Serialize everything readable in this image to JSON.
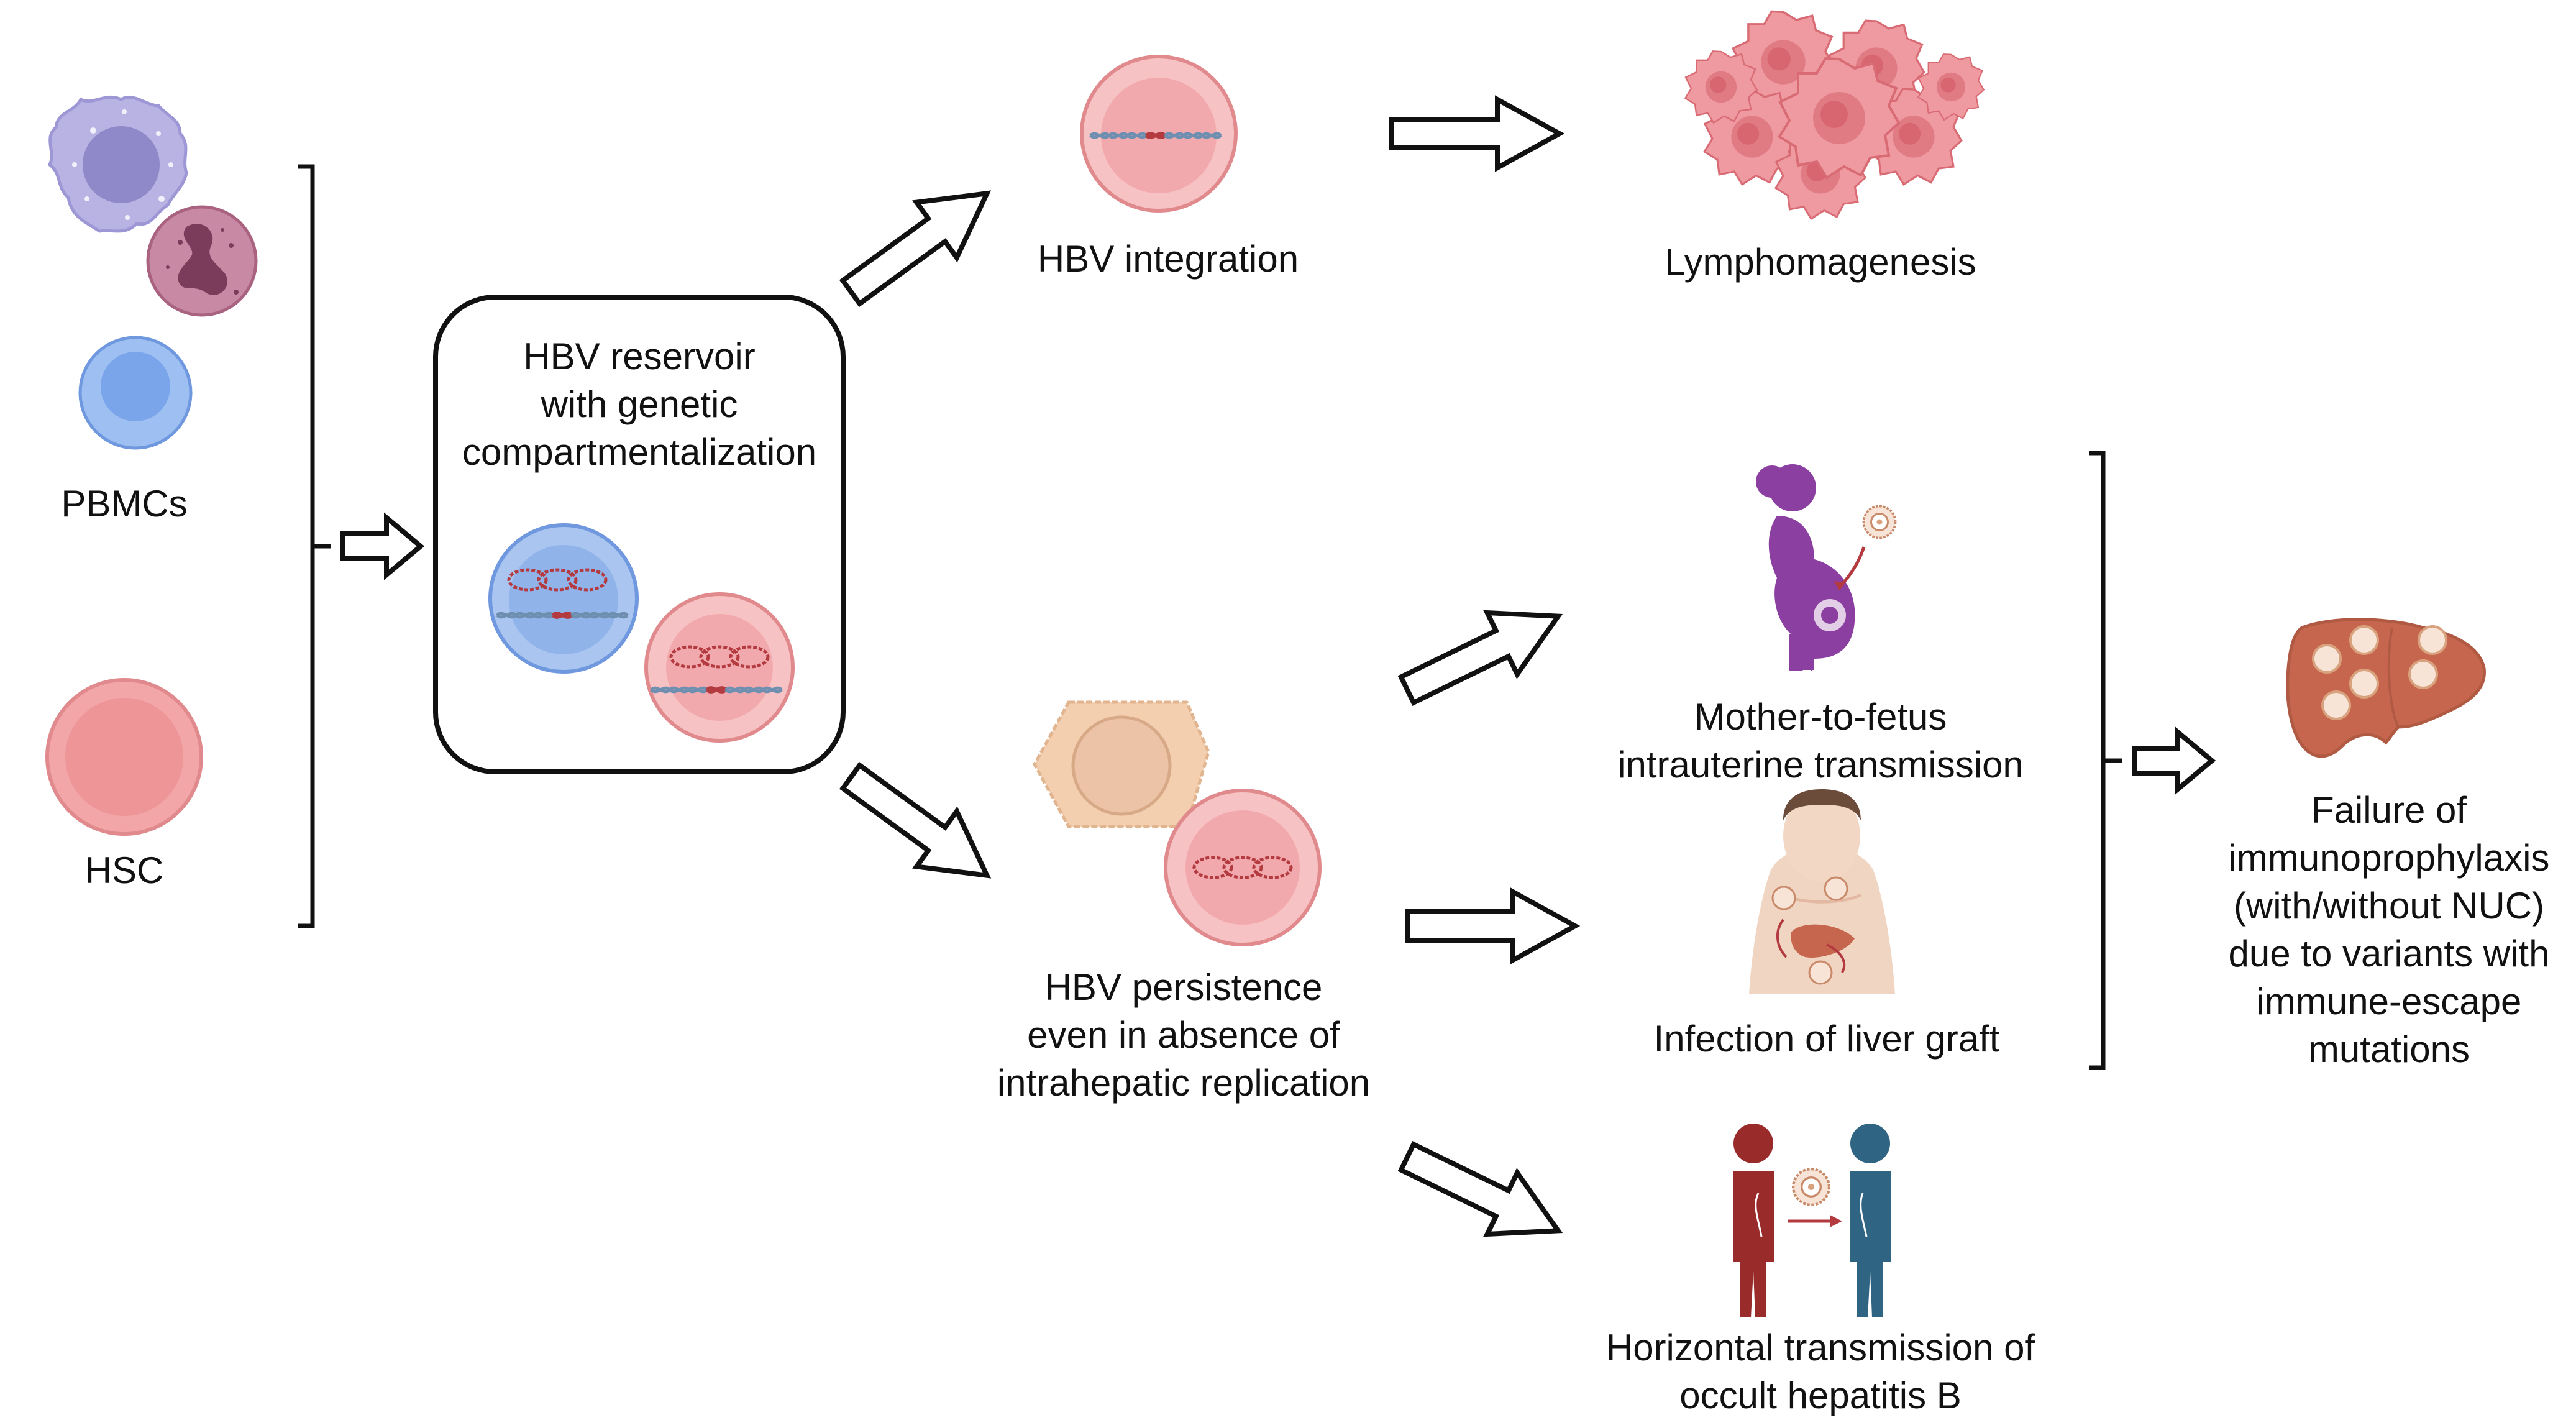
{
  "labels": {
    "pbmcs": "PBMCs",
    "hsc": "HSC",
    "reservoir": [
      "HBV reservoir",
      "with genetic",
      "compartmentalization"
    ],
    "integration": "HBV integration",
    "lymphomagenesis": "Lymphomagenesis",
    "persistence": [
      "HBV persistence",
      "even in absence of",
      "intrahepatic replication"
    ],
    "mother_to_fetus": [
      "Mother-to-fetus",
      "intrauterine transmission"
    ],
    "liver_graft": "Infection of liver graft",
    "horizontal": [
      "Horizontal transmission of",
      "occult hepatitis B"
    ],
    "failure": [
      "Failure of",
      "immunoprophylaxis",
      "(with/without NUC)",
      "due to variants with",
      "immune-escape",
      "mutations"
    ]
  },
  "colors": {
    "stroke": "#111111",
    "pbmc_purple_cell": "#b8b3e3",
    "pbmc_granulocyte": "#c889a4",
    "pbmc_blue_cell": "#8fb4ef",
    "hsc_pink_cell": "#f3a6a8",
    "hepatocyte": "#f3cfb0",
    "tumor_pink": "#e9858d",
    "pregnant_purple": "#8b3fa0",
    "liver_brown": "#c7664e",
    "person_red": "#9a2b2b",
    "person_blue": "#2f6483",
    "dna_red": "#b33a3f",
    "dna_blue": "#6f8fb1"
  },
  "icons": [
    "pbmc-purple-cell-icon",
    "granulocyte-icon",
    "lymphocyte-icon",
    "hsc-icon",
    "blue-cell-dna-icon",
    "pink-cell-dna-icon",
    "integration-cell-icon",
    "tumor-cells-icon",
    "hepatocyte-icon",
    "pregnant-woman-icon",
    "virion-icon",
    "man-torso-liver-icon",
    "liver-virions-icon",
    "person-red-icon",
    "person-blue-icon",
    "arrow-icon",
    "bracket-icon"
  ]
}
